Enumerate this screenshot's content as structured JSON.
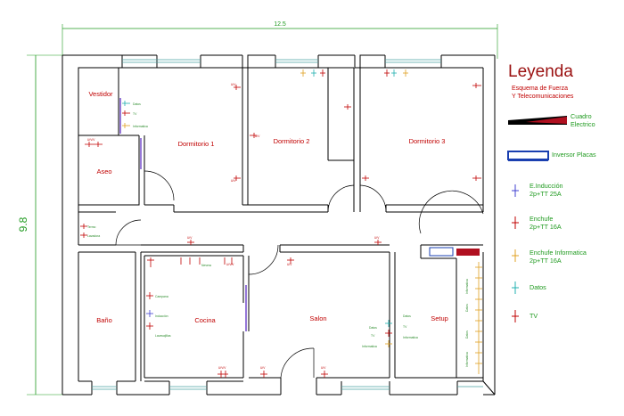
{
  "dimensions": {
    "width": "12.5",
    "height": "9.8"
  },
  "legend": {
    "title": "Leyenda",
    "subtitle_line1": "Esquema de Fuerza",
    "subtitle_line2": "Y Telecomunicaciones",
    "items": [
      {
        "line1": "Cuadro",
        "line2": "Electrico",
        "icon": "electrical-panel-icon"
      },
      {
        "line1": "Inversor Placas",
        "line2": "",
        "icon": "solar-inverter-icon"
      },
      {
        "line1": "E.Inducción",
        "line2": "2p+TT 25A",
        "icon": "induction-outlet-icon"
      },
      {
        "line1": "Enchufe",
        "line2": "2p+TT 16A",
        "icon": "power-outlet-icon"
      },
      {
        "line1": "Enchufe Informatica",
        "line2": "2p+TT 16A",
        "icon": "it-outlet-icon"
      },
      {
        "line1": "Datos",
        "line2": "",
        "icon": "data-outlet-icon"
      },
      {
        "line1": "TV",
        "line2": "",
        "icon": "tv-outlet-icon"
      }
    ]
  },
  "rooms": {
    "vestidor": "Vestidor",
    "dormitorio1": "Dormitorio 1",
    "dormitorio2": "Dormitorio 2",
    "dormitorio3": "Dormitorio 3",
    "aseo": "Aseo",
    "bano": "Baño",
    "cocina": "Cocina",
    "salon": "Salon",
    "setup": "Setup"
  },
  "labels": {
    "datos": "Datos",
    "tv": "TV",
    "informatica": "Informatica",
    "termo": "Termo",
    "lavadora": "Lavadora",
    "campana": "Campana",
    "induccion": "Inducción",
    "lavavajillas": "Lavavajillas",
    "nevera": "Nevera",
    "outlet_short": "U/V",
    "outlet_double": "U/V/V"
  },
  "colors": {
    "wall": "#000000",
    "room_label": "#c00000",
    "dimension": "#1f9a1f",
    "legend_text": "#1f9a1f",
    "legend_title": "#9a1010",
    "window": "#4aa3a3",
    "induction": "#4040d0",
    "outlet": "#c00000",
    "it_outlet": "#e0a020",
    "data": "#20b0b0",
    "inverter": "#1a3fb0"
  }
}
